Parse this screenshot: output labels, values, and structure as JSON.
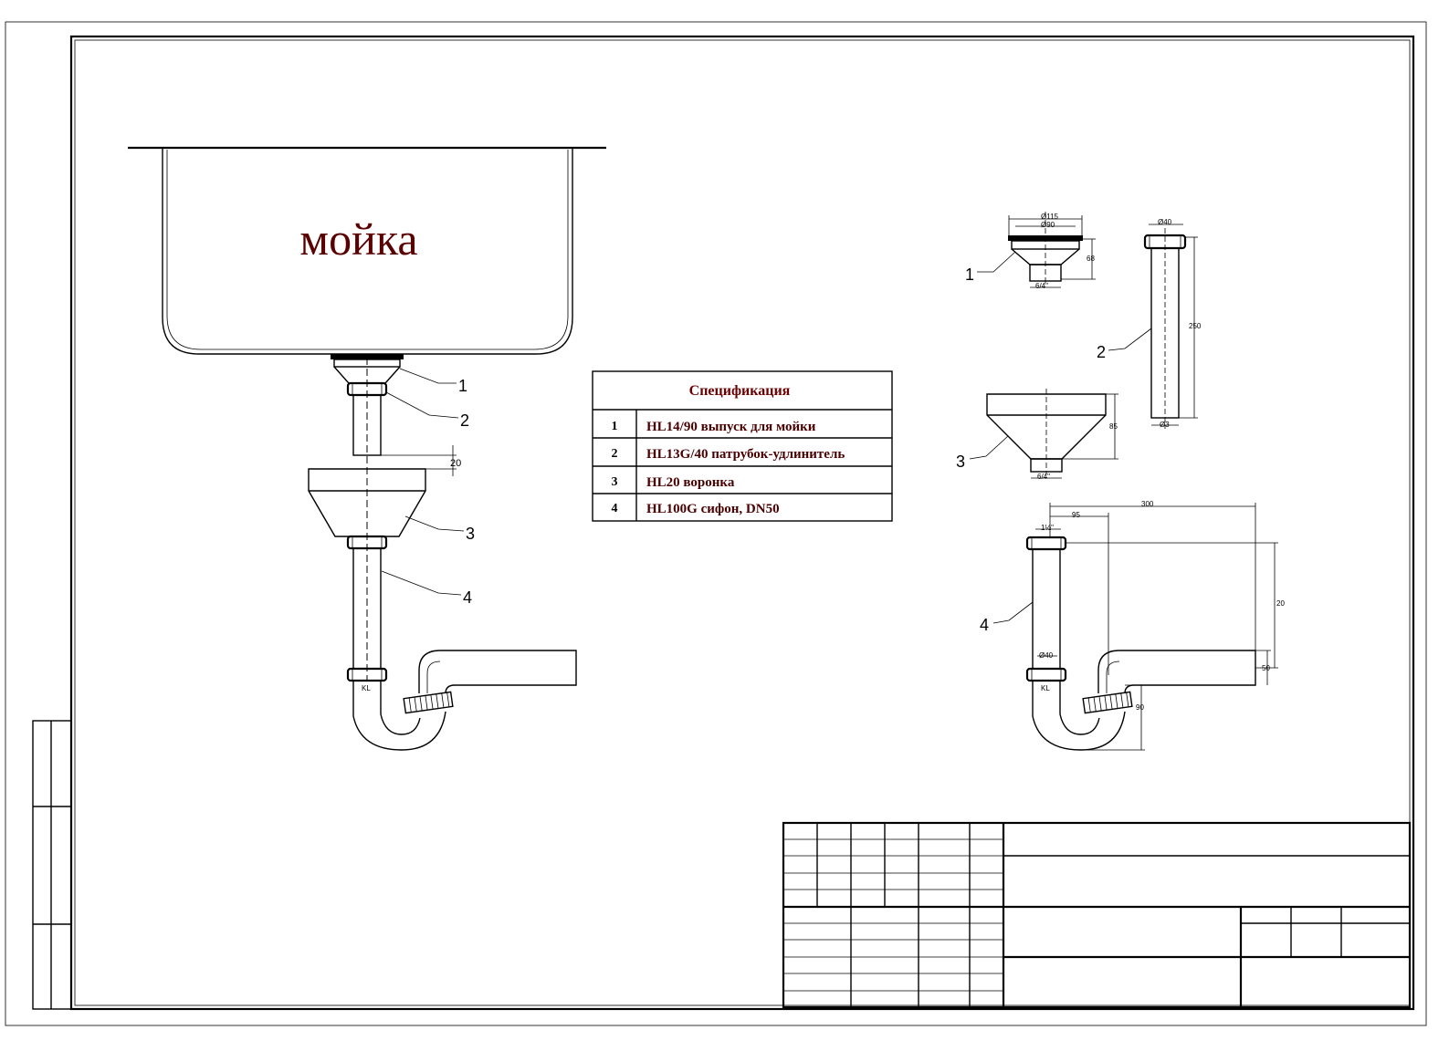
{
  "sink_label": "мойка",
  "callouts_left": [
    "1",
    "2",
    "3",
    "4"
  ],
  "callouts_right": [
    "1",
    "2",
    "3",
    "4"
  ],
  "gap_dimension": "20",
  "specification": {
    "title": "Спецификация",
    "rows": [
      {
        "num": "1",
        "text": "HL14/90 выпуск для мойки"
      },
      {
        "num": "2",
        "text": "HL13G/40 патрубок-удлинитель"
      },
      {
        "num": "3",
        "text": "HL20 воронка"
      },
      {
        "num": "4",
        "text": "HL100G сифон, DN50"
      }
    ]
  },
  "pipe_marks": {
    "left": "KL",
    "right": "KL"
  },
  "dimensions": {
    "part1_top": "Ø115",
    "part1_mid": "Ø90",
    "part1_height": "68",
    "part1_bottom": "6/4\"",
    "part2_top": "Ø40",
    "part2_length": "250",
    "part2_bottom": "Ø3",
    "part3_height": "85",
    "part3_bottom": "6/4\"",
    "part4_total_width": "300",
    "part4_inner_width": "95",
    "part4_top_pipe": "1½\"",
    "part4_height": "20",
    "part4_nut": "Ø40",
    "part4_outlet": "50",
    "part4_trap_height": "90"
  }
}
